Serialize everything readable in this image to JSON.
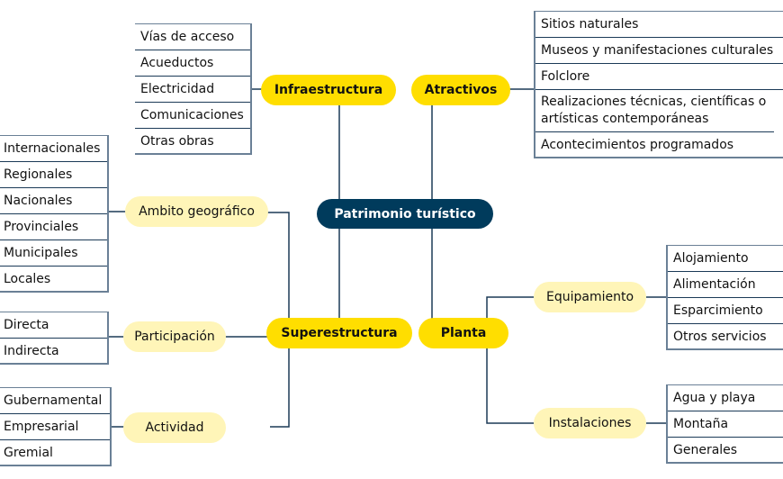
{
  "root": {
    "label": "Patrimonio turístico"
  },
  "colors": {
    "root_bg": "#003b5c",
    "main_bg": "#ffde00",
    "sub_bg": "#fff5b8",
    "line": "#1b3a57"
  },
  "infraestructura": {
    "label": "Infraestructura",
    "items": [
      "Vías de acceso",
      "Acueductos",
      "Electricidad",
      "Comunicaciones",
      "Otras obras"
    ]
  },
  "atractivos": {
    "label": "Atractivos",
    "items": [
      "Sitios naturales",
      "Museos y manifestaciones culturales",
      "Folclore",
      "Realizaciones técnicas, científicas o artísticas contemporáneas",
      "Acontecimientos programados"
    ]
  },
  "superestructura": {
    "label": "Superestructura",
    "ambito": {
      "label": "Ambito geográfico",
      "items": [
        "Internacionales",
        "Regionales",
        "Nacionales",
        "Provinciales",
        "Municipales",
        "Locales"
      ]
    },
    "participacion": {
      "label": "Participación",
      "items": [
        "Directa",
        "Indirecta"
      ]
    },
    "actividad": {
      "label": "Actividad",
      "items": [
        "Gubernamental",
        "Empresarial",
        "Gremial"
      ]
    }
  },
  "planta": {
    "label": "Planta",
    "equipamiento": {
      "label": "Equipamiento",
      "items": [
        "Alojamiento",
        "Alimentación",
        "Esparcimiento",
        "Otros servicios"
      ]
    },
    "instalaciones": {
      "label": "Instalaciones",
      "items": [
        "Agua y playa",
        "Montaña",
        "Generales"
      ]
    }
  }
}
